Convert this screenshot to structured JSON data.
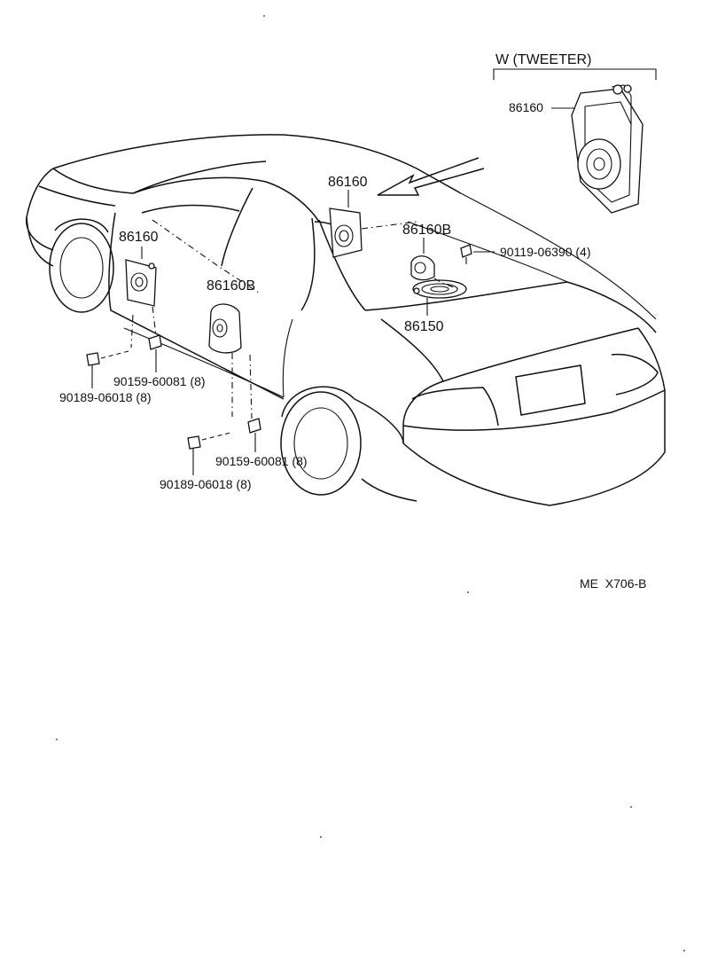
{
  "diagram": {
    "inset_title": "W (TWEETER)",
    "reference_code": "ME  X706-B",
    "labels": {
      "inset_part": "86160",
      "front_door_speaker": "86160",
      "rear_door_speaker": "86160B",
      "package_tray_speaker": "86160",
      "rear_tray_speaker_b": "86160B",
      "rear_tray_speaker": "86150",
      "screw_tray": "90119-06390 (4)",
      "screw_front": "90159-60081 (8)",
      "clip_front": "90189-06018 (8)",
      "screw_rear": "90159-60081 (8)",
      "clip_rear": "90189-06018 (8)"
    }
  }
}
